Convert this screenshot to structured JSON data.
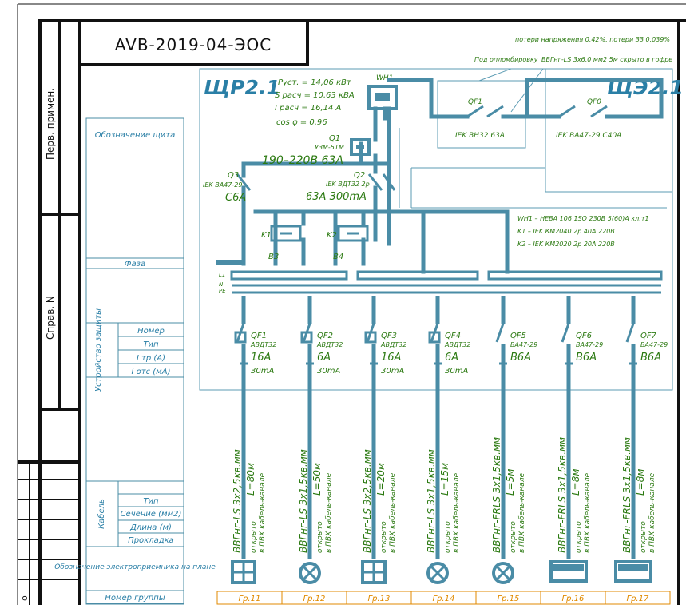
{
  "doc_code": "AVB-2019-04-ЭОС",
  "side": {
    "perv": "Перв. примен.",
    "sprav": "Справ. N",
    "corner": "о"
  },
  "panel_main": "ЩР2.1",
  "panel_meter": "ЩЭ2.1",
  "params": [
    "Pуст. = 14,06 кВт",
    "S расч = 10,63 кВА",
    "I расч = 16,14 А",
    "cos φ = 0,96"
  ],
  "losses": "потери напряжения 0,42%, потери ЗЗ 0,039%",
  "under_seal": "Под опломбировку",
  "feed_cable": "ВВГнг-LS 3х6,0 мм2 5м скрыто в гофре",
  "wh1": "WH1",
  "qf1_top": {
    "name": "QF1",
    "desc": "IEK ВН32 63А"
  },
  "qf0_top": {
    "name": "QF0",
    "desc": "IEK ВА47-29 С40А"
  },
  "q1": {
    "name": "Q1",
    "type": "УЗМ-51М",
    "range": "190–220В 63А"
  },
  "q2": {
    "name": "Q2",
    "desc": "IEK ВДТ32 2р",
    "rating": "63А 300mA"
  },
  "q3": {
    "name": "Q3",
    "desc": "IEK ВА47-29",
    "rating": "С6А"
  },
  "k1": "K1",
  "k2": "K2",
  "b3": "B3",
  "b4": "B4",
  "bus": {
    "l1": "L1",
    "n": "N",
    "pe": "PE"
  },
  "legend": [
    "WH1 – НЕВА 106 1SO 230В 5(60)А кл.т1",
    "K1 – IEK КМ2040 2р 40А 220В",
    "K2 – IEK КМ2020 2р 20А 220В"
  ],
  "left_labels": {
    "oboz_shita": "Обозначение щита",
    "faza": "Фаза",
    "ustr": "Устройство защиты",
    "nomer": "Номер",
    "tip": "Тип",
    "itr": "I тр (А)",
    "iotc": "I отс (мА)",
    "kabel": "Кабель",
    "k_tip": "Тип",
    "k_sech": "Сечение (мм2)",
    "k_dlina": "Длина (м)",
    "k_prokl": "Прокладка",
    "oboz_ep": "Обозначение электроприемника на плане",
    "nomer_gr": "Номер группы"
  },
  "breakers": [
    {
      "name": "QF1",
      "type": "АВДТ32",
      "amp": "16А",
      "ma": "30mA"
    },
    {
      "name": "QF2",
      "type": "АВДТ32",
      "amp": "6А",
      "ma": "30mA"
    },
    {
      "name": "QF3",
      "type": "АВДТ32",
      "amp": "16А",
      "ma": "30mA"
    },
    {
      "name": "QF4",
      "type": "АВДТ32",
      "amp": "6А",
      "ma": "30mA"
    },
    {
      "name": "QF5",
      "type": "ВА47-29",
      "amp": "В6А",
      "ma": ""
    },
    {
      "name": "QF6",
      "type": "ВА47-29",
      "amp": "В6А",
      "ma": ""
    },
    {
      "name": "QF7",
      "type": "ВА47-29",
      "amp": "В6А",
      "ma": ""
    }
  ],
  "cables": [
    {
      "type": "ВВГнг-LS 3х2,5кв.мм",
      "len": "L=80м",
      "lay": "открыто",
      "lay2": "в ПВХ кабель-канале"
    },
    {
      "type": "ВВГнг-LS 3х1,5кв.мм",
      "len": "L=50м",
      "lay": "открыто",
      "lay2": "в ПВХ кабель-канале"
    },
    {
      "type": "ВВГнг-LS 3х2,5кв.мм",
      "len": "L=20м",
      "lay": "открыто",
      "lay2": "в ПВХ кабель-канале"
    },
    {
      "type": "ВВГнг-LS 3х1,5кв.мм",
      "len": "L=15м",
      "lay": "открыто",
      "lay2": "в ПВХ кабель-канале"
    },
    {
      "type": "ВВГнг-FRLS 3х1,5кв.мм",
      "len": "L=5м",
      "lay": "открыто",
      "lay2": "в ПВХ кабель-канале"
    },
    {
      "type": "ВВГнг-FRLS 3х1,5кв.мм",
      "len": "L=8м",
      "lay": "открыто",
      "lay2": "в ПВХ кабель-канале"
    },
    {
      "type": "ВВГнг-FRLS 3х1,5кв.мм",
      "len": "L=8м",
      "lay": "открыто",
      "lay2": "в ПВХ кабель-канале"
    }
  ],
  "groups": [
    "Гр.11",
    "Гр.12",
    "Гр.13",
    "Гр.14",
    "Гр.15",
    "Гр.16",
    "Гр.17"
  ],
  "loads": [
    "socket-box",
    "lamp",
    "socket-box",
    "lamp",
    "lamp",
    "heater",
    "heater"
  ],
  "colors": {
    "frame": "#111111",
    "wire": "#4a8ca6",
    "thin": "#5b9bb3",
    "green": "#2c7a12",
    "blue": "#2a7fa6",
    "orange": "#e08a00"
  }
}
